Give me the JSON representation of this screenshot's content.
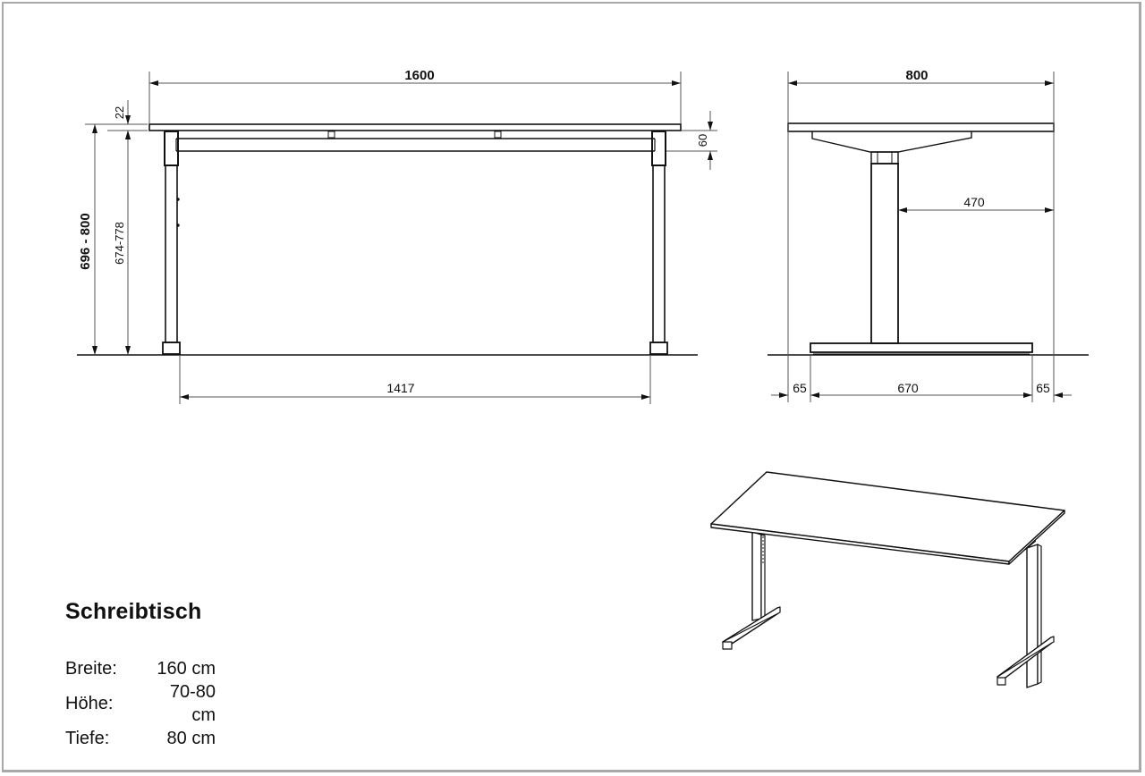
{
  "product": {
    "title": "Schreibtisch",
    "specs": [
      {
        "label": "Breite:",
        "value": "160 cm"
      },
      {
        "label": "Höhe:",
        "value": "70-80 cm"
      },
      {
        "label": "Tiefe:",
        "value": "80 cm"
      }
    ]
  },
  "front_view": {
    "overall_width": "1600",
    "top_thickness": "22",
    "frame_height": "60",
    "total_height": "696 - 800",
    "leg_height": "674-778",
    "leg_spacing": "1417"
  },
  "side_view": {
    "overall_depth": "800",
    "column_offset": "470",
    "left_overhang": "65",
    "foot_length": "670",
    "right_overhang": "65"
  },
  "colors": {
    "line": "#111111",
    "dimension_line": "#555555",
    "frame_border": "#a8a8a8"
  }
}
